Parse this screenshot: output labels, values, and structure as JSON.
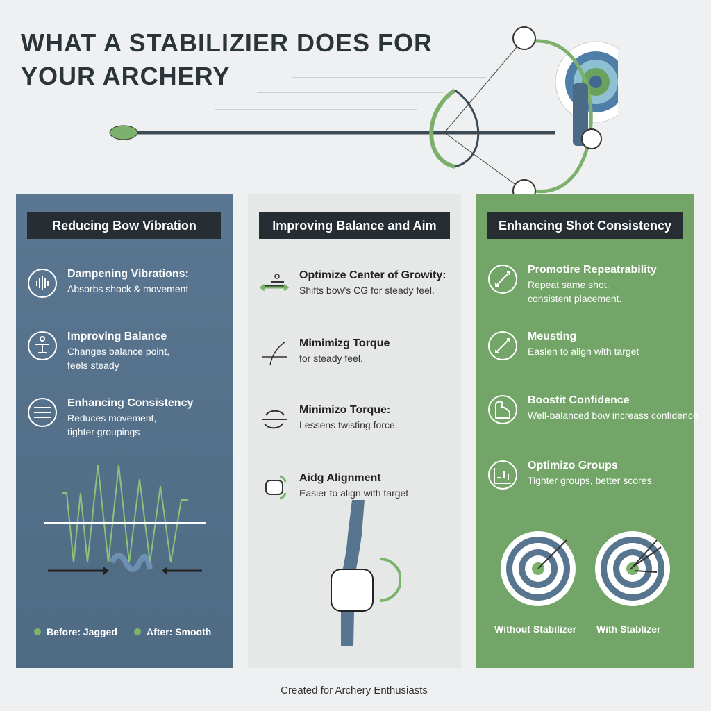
{
  "title": "WHAT A STABILIZIER DOES FOR YOUR ARCHERY",
  "colors": {
    "panel1": "#587590",
    "panel2": "#e6e7e7",
    "panel3": "#72a567",
    "header": "#262d33",
    "accent": "#7cb36c"
  },
  "panels": [
    {
      "header": "Reducing Bow Vibration",
      "items": [
        {
          "icon": "sound-wave-icon",
          "title": "Dampening Vibrations:",
          "text": "Absorbs shock & movement"
        },
        {
          "icon": "balance-icon",
          "title": "Improving Balance",
          "text": "Changes balance point, feels steady"
        },
        {
          "icon": "arrows-icon",
          "title": "Enhancing Consistency",
          "text": "Reduces movement, tighter groupings"
        }
      ],
      "legend": {
        "before": "Before: Jagged",
        "after": "After: Smooth"
      }
    },
    {
      "header": "Improving Balance and Aim",
      "items": [
        {
          "icon": "center-of-gravity-icon",
          "title": "Optimize Center of Growity:",
          "text": "Shifts bow's CG for steady feel."
        },
        {
          "icon": "arrow-curve-icon",
          "title": "Mimimizg Torque",
          "text": "for steady feel."
        },
        {
          "icon": "rotate-icon",
          "title": "Minimizo Torque:",
          "text": "Lessens twisting force."
        },
        {
          "icon": "hand-grip-icon",
          "title": "Aidg Alignment",
          "text": "Easier to align with target"
        }
      ]
    },
    {
      "header": "Enhancing Shot Consistency",
      "items": [
        {
          "icon": "arrow-icon",
          "title": "Promotire Repeatrability",
          "text": "Repeat same shot, consistent placement."
        },
        {
          "icon": "arrow-icon",
          "title": "Meusting",
          "text": "Easien  to align with target"
        },
        {
          "icon": "muscle-icon",
          "title": "Boostit Confidence",
          "text": "Well-balanced bow increass confidence"
        },
        {
          "icon": "chart-icon",
          "title": "Optimizo Groups",
          "text": "Tighter groups, better scores."
        }
      ],
      "targets": {
        "without": "Without Stabilizer",
        "with": "With Stablizer"
      }
    }
  ],
  "footer": "Created for Archery Enthusiasts"
}
